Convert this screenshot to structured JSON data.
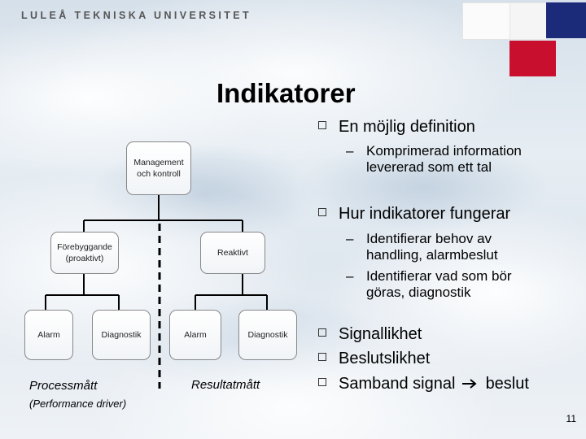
{
  "header": {
    "university": "LULEÅ TEKNISKA UNIVERSITET",
    "colors": {
      "navy": "#1c2a7a",
      "red": "#c8102e",
      "white": "#fbfbfb"
    }
  },
  "slide": {
    "title": "Indikatorer",
    "page_number": "11"
  },
  "diagram": {
    "nodes": {
      "management": "Management och kontroll",
      "forebyggande": "Förebyggande (proaktivt)",
      "reaktivt": "Reaktivt",
      "alarm_left": "Alarm",
      "diagnostik_left": "Diagnostik",
      "alarm_right": "Alarm",
      "diagnostik_right": "Diagnostik"
    },
    "captions": {
      "processmatt": "Processmått",
      "performance_driver": "(Performance driver)",
      "resultatmatt": "Resultatmått"
    }
  },
  "bullets": {
    "definition": "En möjlig definition",
    "definition_sub": "Komprimerad information levererad som ett tal",
    "fungerar": "Hur indikatorer fungerar",
    "fungerar_sub1": "Identifierar behov av handling, alarmbeslut",
    "fungerar_sub2": "Identifierar vad som bör göras, diagnostik",
    "signallikhet": "Signallikhet",
    "beslutslikhet": "Beslutslikhet",
    "samband_prefix": "Samband signal",
    "samband_suffix": "beslut",
    "dash": "–"
  }
}
